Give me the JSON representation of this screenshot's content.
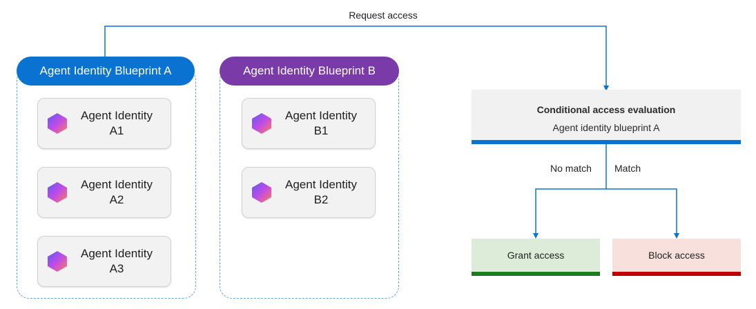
{
  "request_label": "Request access",
  "blueprints": [
    {
      "name": "Agent Identity Blueprint A",
      "color": "#0a72d0",
      "agents": [
        {
          "line1": "Agent Identity",
          "line2": "A1"
        },
        {
          "line1": "Agent Identity",
          "line2": "A2"
        },
        {
          "line1": "Agent Identity",
          "line2": "A3"
        }
      ]
    },
    {
      "name": "Agent Identity Blueprint B",
      "color": "#7a3aa8",
      "agents": [
        {
          "line1": "Agent Identity",
          "line2": "B1"
        },
        {
          "line1": "Agent Identity",
          "line2": "B2"
        }
      ]
    }
  ],
  "evaluation": {
    "title": "Conditional access evaluation",
    "subtitle": "Agent identity blueprint A",
    "accent": "#0a72d0"
  },
  "branches": {
    "no_match": "No match",
    "match": "Match"
  },
  "outcomes": {
    "grant": {
      "label": "Grant access",
      "accent": "#1d7a1d"
    },
    "block": {
      "label": "Block access",
      "accent": "#c00000"
    }
  },
  "agent_icon": "agent-identity-icon"
}
